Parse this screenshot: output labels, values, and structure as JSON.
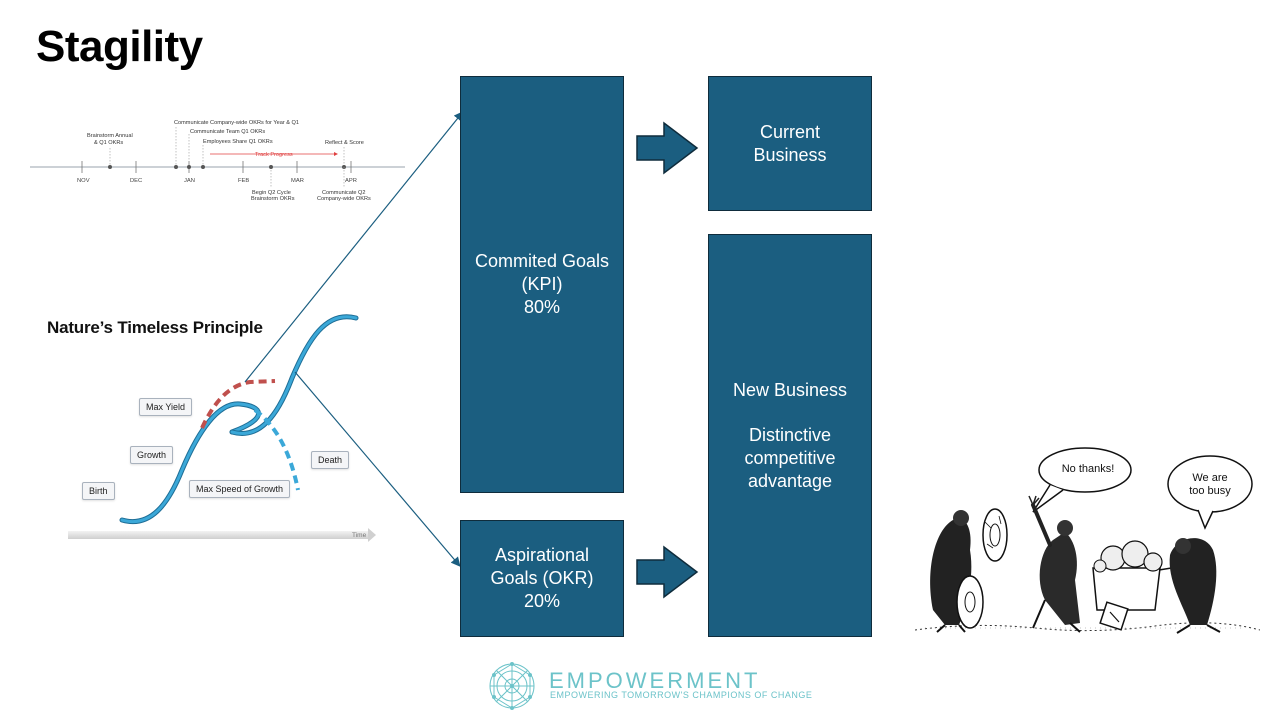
{
  "slide": {
    "title": "Stagility"
  },
  "timeline": {
    "months": [
      "NOV",
      "DEC",
      "JAN",
      "FEB",
      "MAR",
      "APR"
    ],
    "events": {
      "brainstorm_annual": [
        "Brainstorm Annual",
        "& Q1 OKRs"
      ],
      "communicate_company": "Communicate Company-wide OKRs for Year & Q1",
      "communicate_team": "Communicate Team Q1 OKRs",
      "employees_share": "Employees Share Q1 OKRs",
      "track_progress": "Track Progress",
      "reflect_score": "Reflect & Score",
      "begin_q2": [
        "Begin Q2 Cycle",
        "Brainstorm OKRs"
      ],
      "communicate_q2": [
        "Communicate Q2",
        "Company-wide OKRs"
      ]
    }
  },
  "nature": {
    "title": "Nature’s Timeless Principle",
    "callouts": {
      "max_yield": "Max Yield",
      "growth": "Growth",
      "birth": "Birth",
      "max_speed": "Max Speed of Growth",
      "death": "Death"
    },
    "axis_label": "Time"
  },
  "boxes": {
    "committed": [
      "Commited Goals",
      "(KPI)",
      "80%"
    ],
    "aspirational": [
      "Aspirational",
      "Goals (OKR)",
      "20%"
    ],
    "current": [
      "Current",
      "Business"
    ],
    "new_business": [
      "New Business",
      "",
      "Distinctive",
      "competitive",
      "advantage"
    ]
  },
  "cartoon": {
    "bubble_left": "No thanks!",
    "bubble_right": [
      "We are",
      "too busy"
    ]
  },
  "logo": {
    "name": "EMPOWERMENT",
    "tagline": "EMPOWERING TOMORROW'S CHAMPIONS OF CHANGE"
  },
  "colors": {
    "box_fill": "#1b5e80",
    "box_border": "#0f2c3c",
    "curve_blue": "#3ba8d8",
    "curve_red": "#c0504d",
    "logo_teal": "#6cc3c9",
    "track_red": "#e04040"
  }
}
